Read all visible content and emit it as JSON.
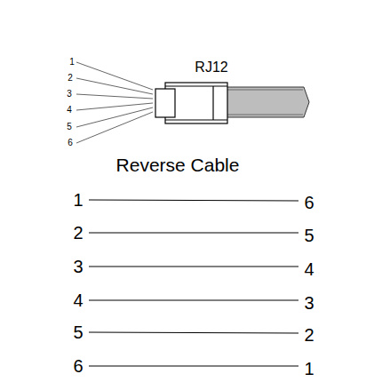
{
  "diagram": {
    "title": "Reverse Cable",
    "labels": [
      "RJ12",
      "1",
      "2",
      "3",
      "4",
      "5",
      "6",
      "1",
      "6",
      "2",
      "5",
      "3",
      "4",
      "4",
      "3",
      "5",
      "2",
      "6",
      "1"
    ]
  }
}
